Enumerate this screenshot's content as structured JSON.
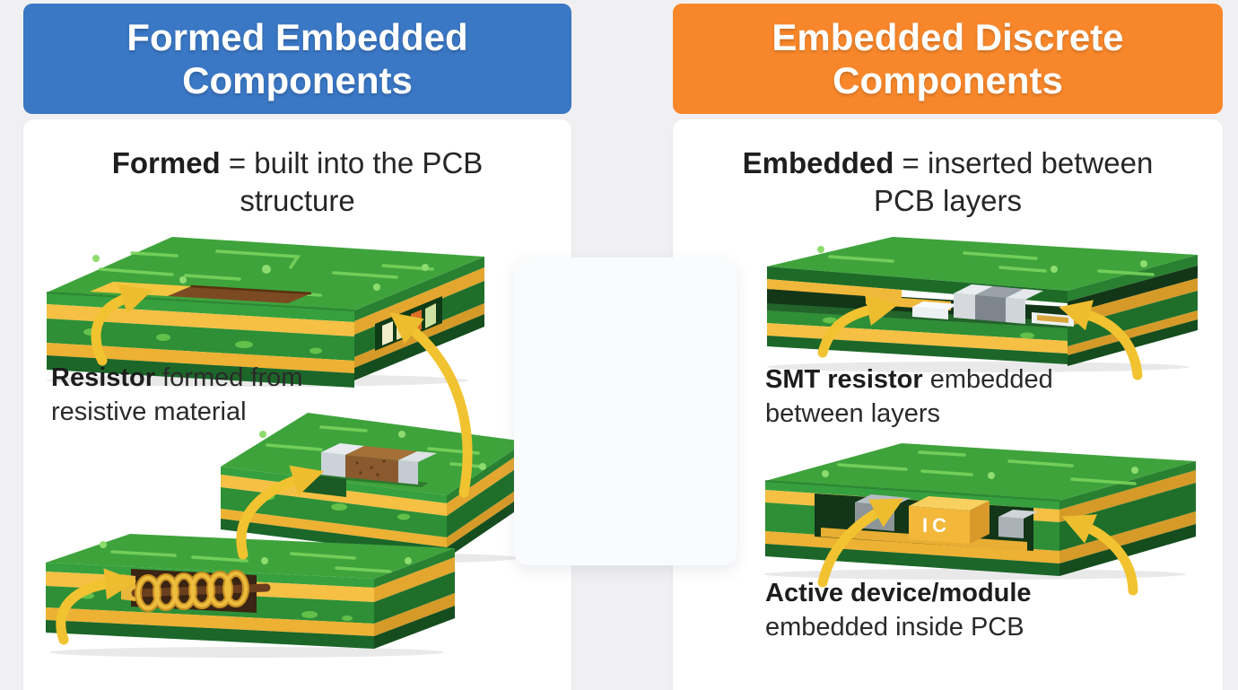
{
  "colors": {
    "background": "#f0f0f2",
    "panel": "#ffffff",
    "left_accent": "#3a77c4",
    "right_accent": "#f8872b",
    "arrow": "#f2c330",
    "pcb_green_top": "#3fa33c",
    "pcb_gold": "#f6c044",
    "text": "#262626"
  },
  "left_panel": {
    "title": "Formed Embedded Components",
    "subtitle_bold": "Formed",
    "subtitle_rest": " = built into the PCB structure",
    "caption_resistor_bold": "Resistor",
    "caption_resistor_rest": " formed from resistive material",
    "illustrations": [
      "pcb-with-formed-film-resistor",
      "pcb-with-chip-resistor-recess",
      "pcb-with-embedded-coil"
    ]
  },
  "right_panel": {
    "title": "Embedded Discrete Components",
    "subtitle_bold": "Embedded",
    "subtitle_rest": " = inserted between PCB layers",
    "caption_smt_bold": "SMT resistor",
    "caption_smt_rest": " embedded between layers",
    "caption_active_bold": "Active device/module",
    "caption_active_rest": " embedded inside PCB",
    "ic_chip_label": "IC",
    "illustrations": [
      "pcb-with-smt-resistor-between-layers",
      "pcb-with-embedded-ic-module"
    ]
  }
}
